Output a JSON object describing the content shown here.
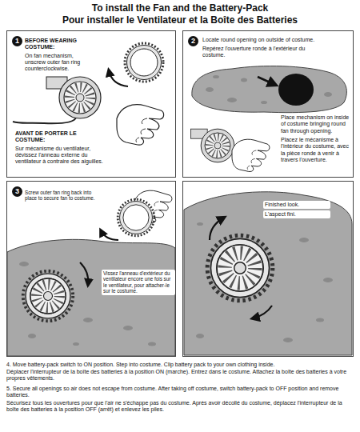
{
  "diagram": {
    "title": "To install the Fan and the Battery-Pack",
    "nodes": [
      {
        "text": [
          "BEFORE WEARING COSTUME:",
          "On fan mechanism, unscrew outer fan ring counterclockwise.",
          "AVANT DE PORTER LE COSTUME:",
          "Sur mécanisme du ventilateur, dévissez l'anneau externe du ventilateur à contraire des aiguilles."
        ]
      },
      {
        "text": [
          "1"
        ],
        "in": 0
      },
      {
        "text": [
          "Locate round opening on outside of costume.",
          "Repérez l'ouverture ronde à l'extérieur du costume.",
          "Place mechanism on inside of costume bringing round fan through opening.",
          "Placez le mécanisme à l'intérieur du costume, avec la pièce ronde à venir à travers l'ouverture."
        ]
      },
      {
        "text": [
          "2"
        ],
        "in": 2
      },
      {
        "text": [
          "Screw outer fan ring back into place to secure fan to costume.",
          "Vissez l'anneau d'extérieur du ventilateur encore une fois sur le ventilateur, pour attacher-le sur le costume."
        ]
      },
      {
        "text": [
          "3"
        ],
        "in": 4
      },
      {
        "text": [
          "Finished look.",
          "L'aspect fini."
        ]
      }
    ],
    "labels": [
      "Pour installer le Ventilateur et la Boîte des Batteries",
      "4. Move battery-pack switch to ON position. Step into costume. Clip battery pack to your own clothing inside.",
      "Déplacer l'interrupteur de la boîte des batteries à la position ON (marche). Entrez dans le costume. Attachez la boîte des batteries à votre propres vêtements.",
      "5. Secure all openings so air does not escape from costume. After taking off costume, switch battery-pack to OFF position and remove batteries.",
      "Sécurisez tous les ouvertures pour que l'air ne s'échappe pas du costume. Après avoir décollé du costume, déplacez l'interrupteur de la boîte des batteries à la position OFF (arrêt) et enlevez les piles."
    ]
  }
}
